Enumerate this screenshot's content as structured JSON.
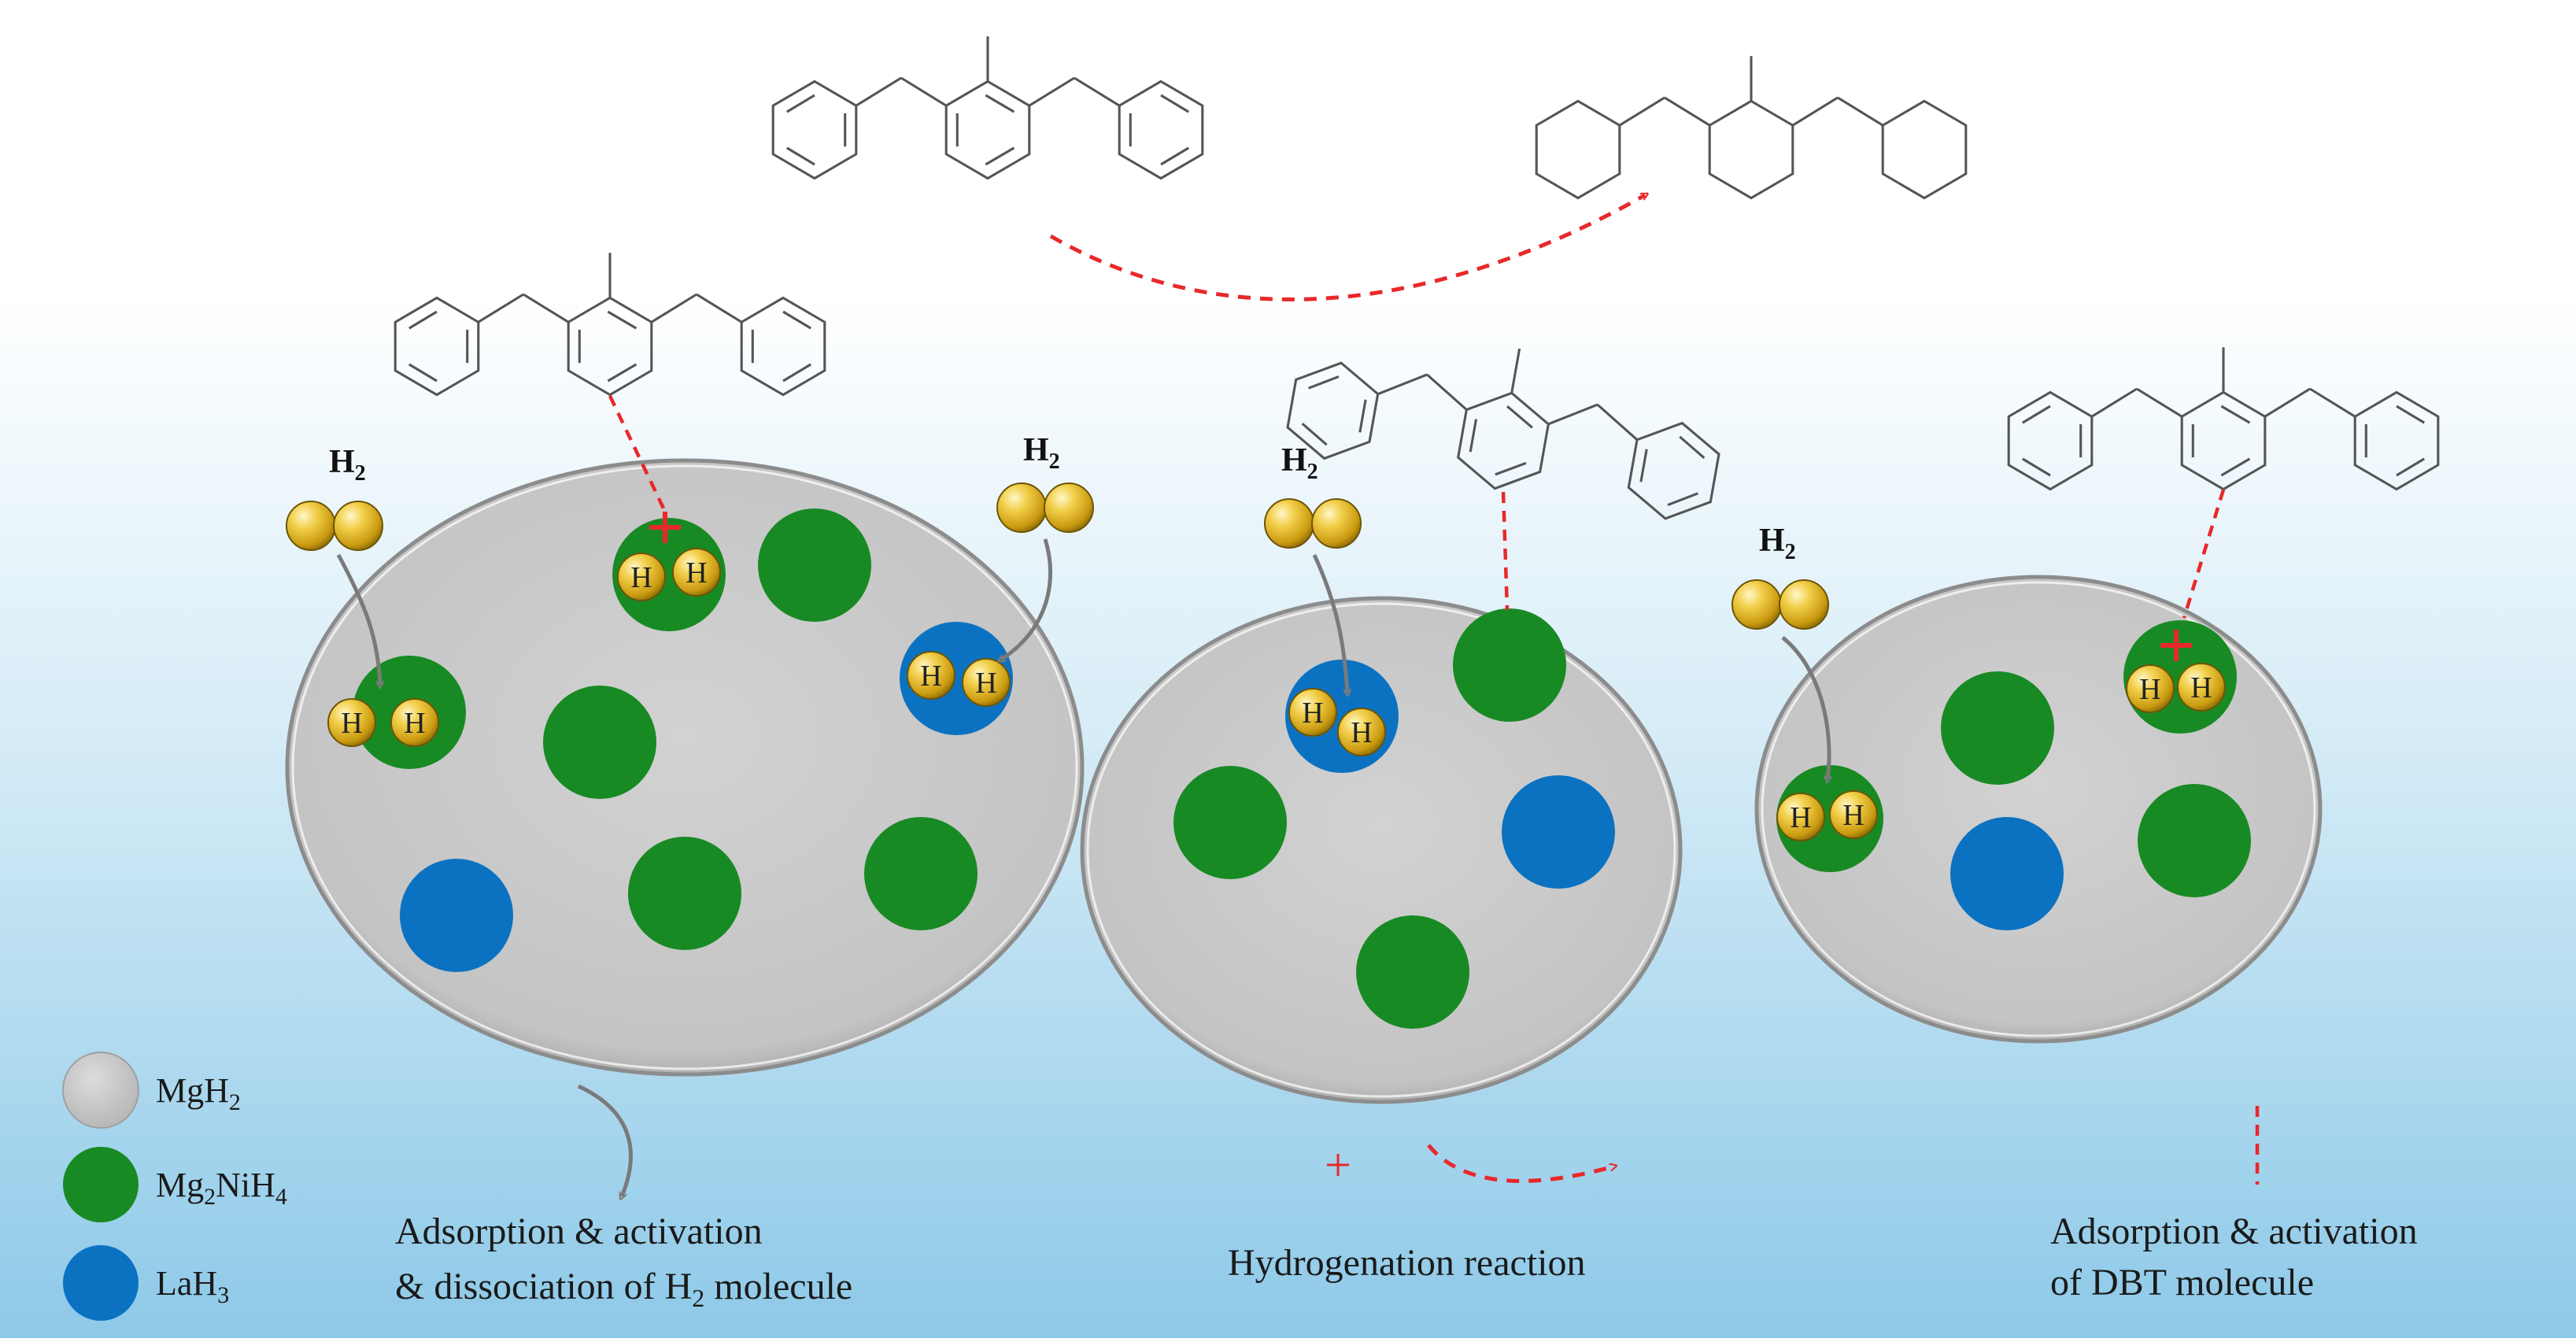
{
  "colors": {
    "mgh2": "#c8c8c8",
    "mg2nih4": "#188a24",
    "lah3": "#0b72c2",
    "bg_top": "#ffffff",
    "bg_bottom": "#8dc9e8",
    "reaction_red": "#e8282a",
    "hydrogen_gold": "#e0b020"
  },
  "labels": {
    "h2": "H",
    "h2_sub": "2",
    "h_atom": "H"
  },
  "legend": {
    "mgh2_main": "MgH",
    "mgh2_sub": "2",
    "mg2nih4_a": "Mg",
    "mg2nih4_b": "2",
    "mg2nih4_c": "NiH",
    "mg2nih4_d": "4",
    "lah3_main": "LaH",
    "lah3_sub": "3",
    "plus_symbol": "+",
    "caption_adsorption_h2_line1": "Adsorption & activation",
    "caption_adsorption_h2_line2_a": "& dissociation of H",
    "caption_adsorption_h2_line2_sub": "2",
    "caption_adsorption_h2_line2_b": " molecule",
    "caption_hydrogenation": "Hydrogenation reaction",
    "caption_dbt_line1": "Adsorption & activation",
    "caption_dbt_line2": "of DBT molecule"
  }
}
